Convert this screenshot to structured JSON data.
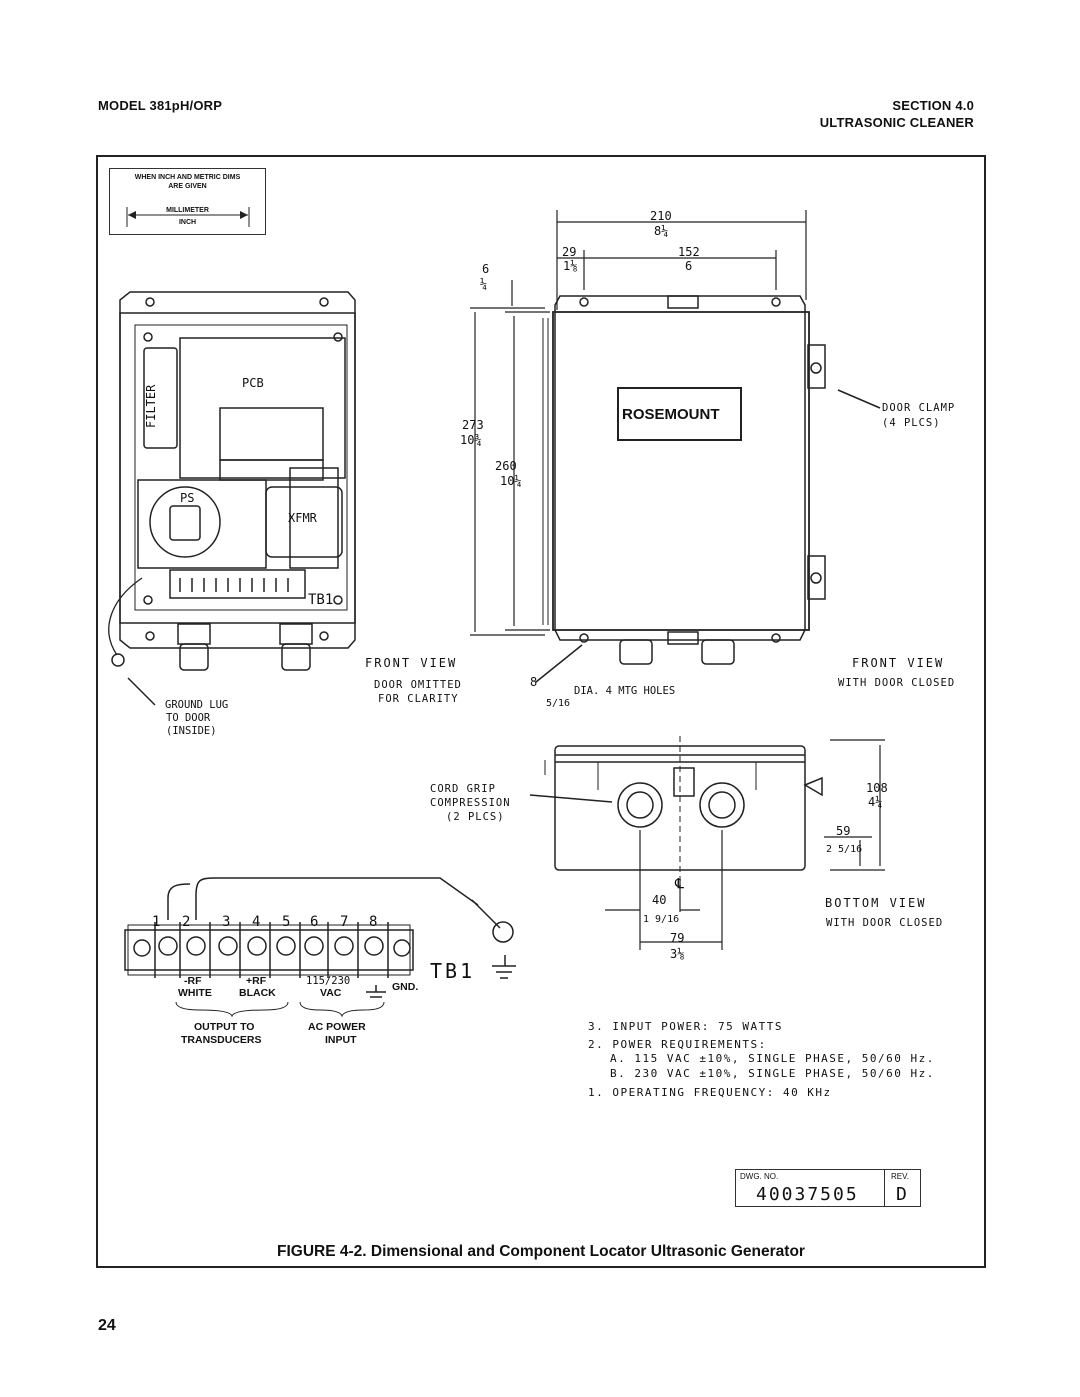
{
  "header": {
    "model": "MODEL 381pH/ORP",
    "section": "SECTION 4.0",
    "subsection": "ULTRASONIC CLEANER"
  },
  "legend": {
    "line1": "WHEN INCH AND METRIC DIMS",
    "line2": "ARE GIVEN",
    "unit_top": "MILLIMETER",
    "unit_bottom": "INCH"
  },
  "drawing": {
    "dims": {
      "w_mm": "210",
      "w_in": "8¼",
      "off_mm": "29",
      "off_in": "1⅛",
      "hole_mm": "152",
      "hole_in": "6",
      "top_mm": "6",
      "top_in": "¼",
      "h_mm": "273",
      "h_in": "10¾",
      "hh_mm": "260",
      "hh_in": "10¼",
      "dep_mm": "108",
      "dep_in": "4¼",
      "dep2_mm": "59",
      "dep2_in": "2 5/16",
      "cg1_mm": "40",
      "cg1_in": "1 9/16",
      "cg2_mm": "79",
      "cg2_in": "3⅛",
      "mtg_mm": "8",
      "mtg_in": "5/16"
    },
    "labels": {
      "front_view": "FRONT VIEW",
      "door_omitted": "DOOR OMITTED",
      "for_clarity": "FOR CLARITY",
      "front_view_closed": "FRONT VIEW",
      "with_door_closed": "WITH DOOR CLOSED",
      "bottom_view": "BOTTOM VIEW",
      "bottom_with_door_closed": "WITH DOOR CLOSED",
      "door_clamp": "DOOR CLAMP",
      "door_clamp_qty": "(4 PLCS)",
      "mtg_holes": "DIA. 4 MTG HOLES",
      "ground_lug": "GROUND LUG",
      "to_door": "TO DOOR",
      "inside": "(INSIDE)",
      "cord_grip": "CORD GRIP",
      "compression": "COMPRESSION",
      "cord_qty": "(2 PLCS)",
      "pcb": "PCB",
      "ps": "PS",
      "xfmr": "XFMR",
      "filter": "FILTER",
      "tb1": "TB1",
      "brand": "ROSEMOUNT",
      "centerline": "℄"
    },
    "terminal": {
      "numbers": [
        "1",
        "2",
        "3",
        "4",
        "5",
        "6",
        "7",
        "8"
      ],
      "tb_label": "TB1",
      "rf_minus": "-RF",
      "rf_plus": "+RF",
      "white": "WHITE",
      "black": "BLACK",
      "vac_val": "115/230",
      "vac": "VAC",
      "gnd": "GND.",
      "output_to": "OUTPUT TO",
      "transducers": "TRANSDUCERS",
      "ac_power": "AC POWER",
      "input": "INPUT"
    },
    "notes": [
      "3. INPUT POWER: 75 WATTS",
      "2. POWER REQUIREMENTS:",
      "A. 115 VAC ±10%, SINGLE PHASE, 50/60 Hz.",
      "B. 230 VAC ±10%, SINGLE PHASE, 50/60 Hz.",
      "1. OPERATING FREQUENCY: 40 KHz"
    ]
  },
  "title_block": {
    "dwg_label": "DWG. NO.",
    "rev_label": "REV.",
    "dwg_no": "40037505",
    "rev": "D"
  },
  "caption": "FIGURE 4-2. Dimensional and Component Locator Ultrasonic Generator",
  "page_number": "24"
}
